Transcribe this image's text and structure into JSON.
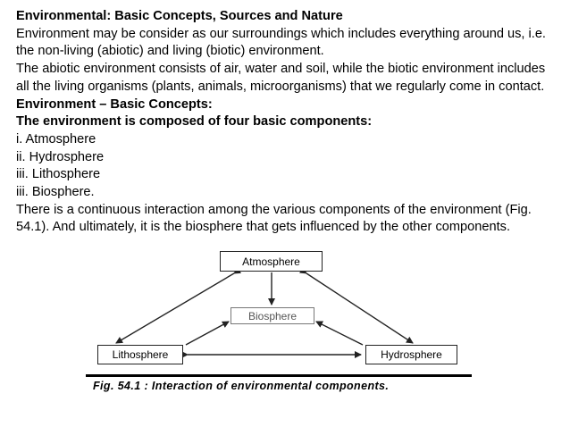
{
  "document": {
    "title": "Environmental: Basic Concepts, Sources and Nature",
    "intro_line_1": "Environment may be consider as our surroundings which includes everything around us, i.e.",
    "intro_line_2": "the non-living (abiotic) and living (biotic) environment.",
    "abiotic_line_1": "The abiotic environment consists of air, water and soil, while the biotic environment includes",
    "abiotic_line_2": "all the living organisms (plants, animals, microorganisms) that we regularly come in contact.",
    "section_heading": "Environment – Basic Concepts:",
    "components_heading": "The environment is composed of four basic components:",
    "components": [
      "i. Atmosphere",
      "ii. Hydrosphere",
      "iii. Lithosphere",
      "iii. Biosphere."
    ],
    "interaction_line_1": "There is a continuous interaction among the various components of the environment (Fig.",
    "interaction_line_2": "54.1). And ultimately, it is the biosphere that gets influenced by the other components."
  },
  "figure": {
    "atmosphere": "Atmosphere",
    "biosphere": "Biosphere",
    "lithosphere": "Lithosphere",
    "hydrosphere": "Hydrosphere",
    "caption": "Fig. 54.1 : Interaction of environmental components."
  }
}
